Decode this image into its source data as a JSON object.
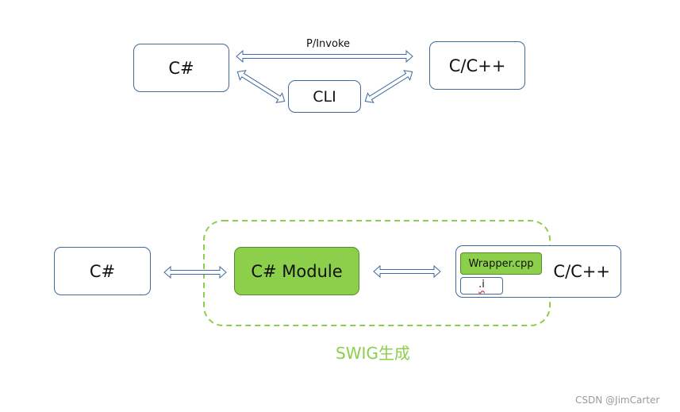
{
  "top": {
    "csharp": "C#",
    "cpp": "C/C++",
    "cli": "CLI",
    "pinvoke": "P/Invoke"
  },
  "bottom": {
    "csharp": "C#",
    "module": "C# Module",
    "cpp": "C/C++",
    "wrapper": "Wrapper.cpp",
    "interface_file": ".i",
    "swig_label": "SWIG生成"
  },
  "colors": {
    "box_border": "#3f6a9c",
    "green_fill": "#8ccf4b",
    "green_border": "#5a8a2e",
    "swig_green": "#8ccf4b"
  },
  "watermark": "CSDN @JimCarter"
}
